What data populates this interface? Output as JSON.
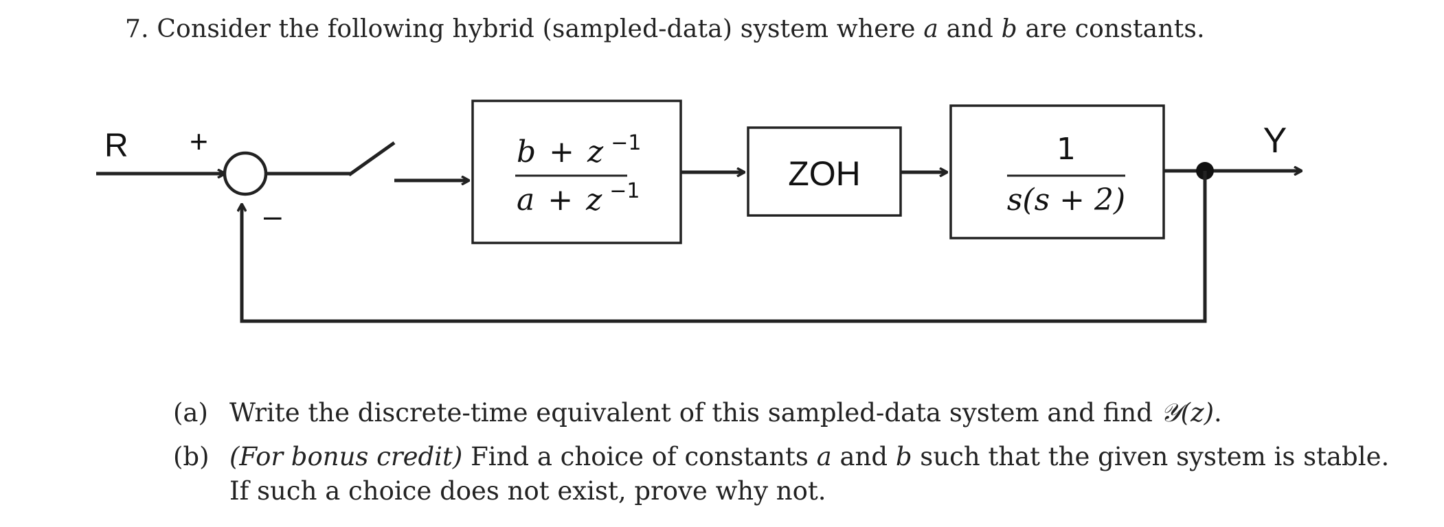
{
  "problem": {
    "number": "7.",
    "text_1": "Consider the following hybrid (sampled-data) system where",
    "var_a": "a",
    "text_2": "and",
    "var_b": "b",
    "text_3": "are constants."
  },
  "diagram": {
    "input_label": "R",
    "output_label": "Y",
    "plus_sign": "+",
    "minus_sign": "–",
    "controller": {
      "numerator": {
        "var": "b",
        "op": "+",
        "base": "z",
        "exp": "−1"
      },
      "denominator": {
        "var": "a",
        "op": "+",
        "base": "z",
        "exp": "−1"
      }
    },
    "zoh_label": "ZOH",
    "plant": {
      "numerator": "1",
      "denominator_text": "s(s + 2)"
    }
  },
  "questions": [
    {
      "tag": "(a)",
      "text": "Write the discrete-time equivalent of this sampled-data system and find",
      "math": "𝒴(z)",
      "end": "."
    },
    {
      "tag": "(b)",
      "italic_prefix": "(For bonus credit)",
      "text_1": "Find a choice of constants",
      "var_a": "a",
      "text_2": "and",
      "var_b": "b",
      "text_3": "such that the given system is stable.",
      "line2": "If such a choice does not exist, prove why not."
    }
  ]
}
